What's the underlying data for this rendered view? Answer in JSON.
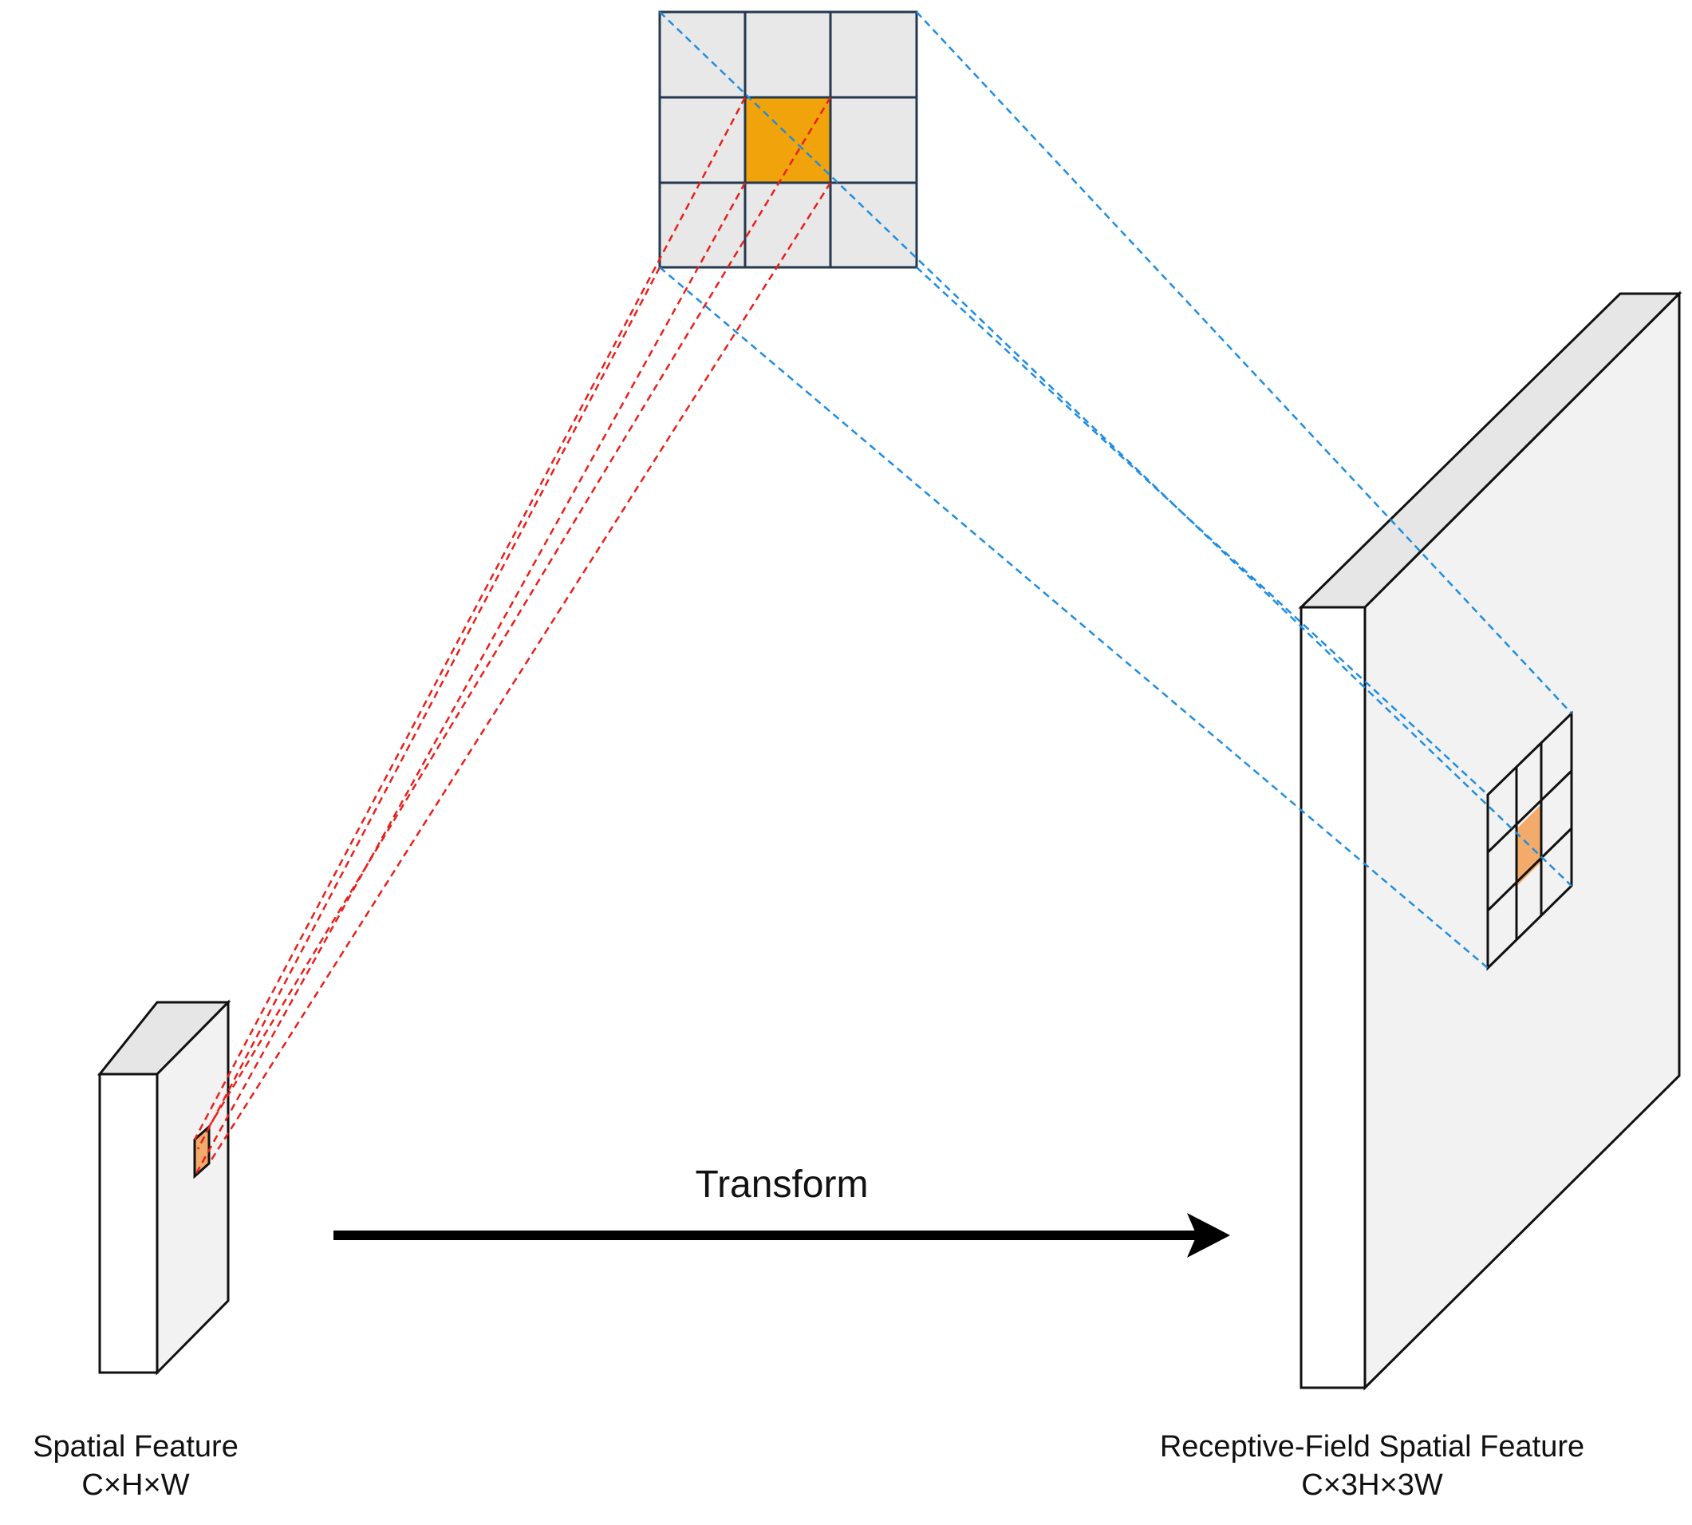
{
  "labels": {
    "input_name": "Spatial Feature",
    "input_shape": "C×H×W",
    "output_name": "Receptive-Field Spatial Feature",
    "output_shape": "C×3H×3W",
    "arrow_text": "Transform"
  },
  "colors": {
    "block_face": "#f2f2f2",
    "block_front": "#ffffff",
    "block_top": "#e6e6e6",
    "kernel_cell": "#e8e8e8",
    "kernel_center": "#f0a30a",
    "small_center": "#f2ab6a",
    "red_projection": "#e8201c",
    "blue_projection": "#1f8de0",
    "outline": "#111111",
    "grid_line": "#24384f"
  },
  "kernel": {
    "rows": 3,
    "cols": 3,
    "center_cell": [
      1,
      1
    ]
  }
}
